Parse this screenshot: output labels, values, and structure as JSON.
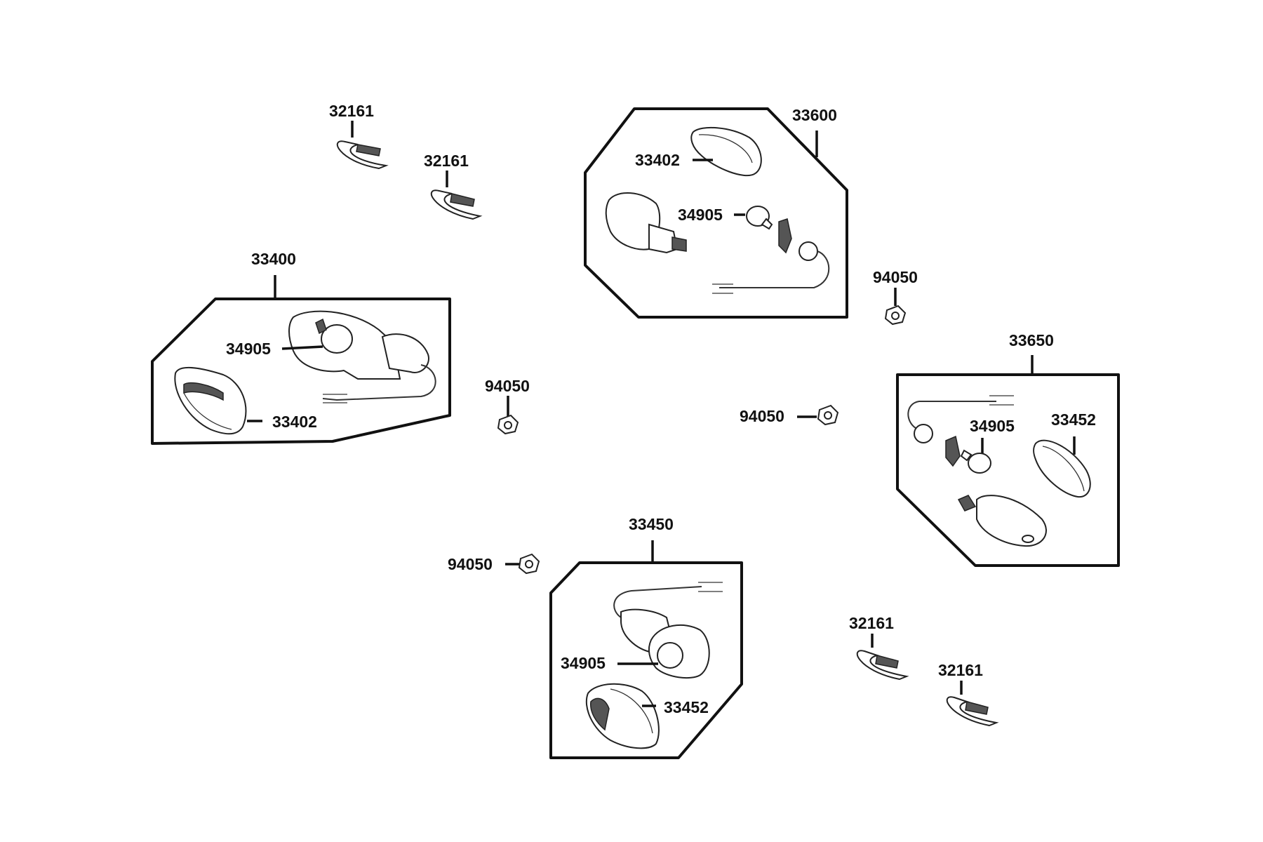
{
  "colors": {
    "line": "#111111",
    "background": "#ffffff"
  },
  "callouts": {
    "ring_top_left_1": "32161",
    "ring_top_left_2": "32161",
    "ring_bottom_right_1": "32161",
    "ring_bottom_right_2": "32161",
    "assembly_front_left": "33400",
    "assembly_front_right": "33600",
    "assembly_rear_left": "33450",
    "assembly_rear_right": "33650",
    "lens_front_left": "33402",
    "lens_front_right": "33402",
    "lens_rear_left": "33452",
    "lens_rear_right": "33452",
    "bulb_front_left": "34905",
    "bulb_front_right": "34905",
    "bulb_rear_left": "34905",
    "bulb_rear_right": "34905",
    "nut_1": "94050",
    "nut_2": "94050",
    "nut_3": "94050",
    "nut_4": "94050"
  }
}
